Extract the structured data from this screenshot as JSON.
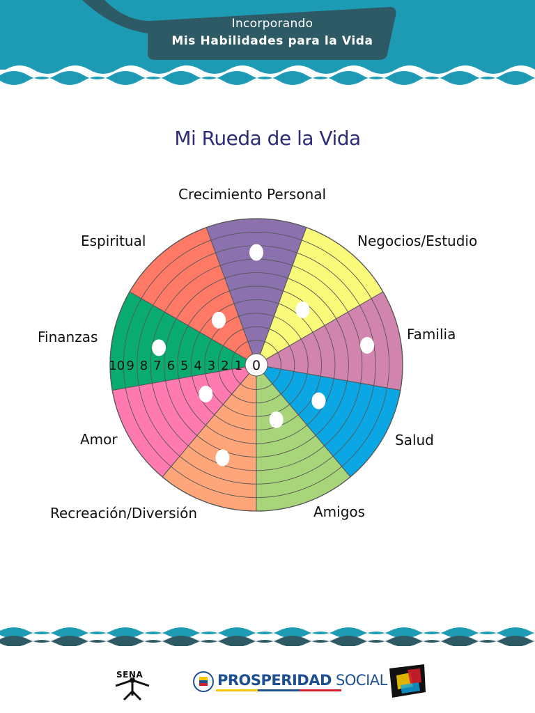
{
  "header": {
    "line1": "Incorporando",
    "line2": "Mis Habilidades para la Vida"
  },
  "title": "Mi Rueda de la Vida",
  "colors": {
    "header_teal": "#1e9bb4",
    "header_dark": "#2d5a64",
    "title": "#2e2b78"
  },
  "wheel": {
    "rings": 10,
    "center_label": "0",
    "scale_labels": [
      "10",
      "9",
      "8",
      "7",
      "6",
      "5",
      "4",
      "3",
      "2",
      "1"
    ],
    "segments": [
      {
        "name": "Crecimiento Personal",
        "color": "#8b72ae",
        "dot_level": 8
      },
      {
        "name": "Negocios/Estudio",
        "color": "#fafa7a",
        "dot_level": 5
      },
      {
        "name": "Familia",
        "color": "#d184ad",
        "dot_level": 8
      },
      {
        "name": "Salud",
        "color": "#0ba7e4",
        "dot_level": 5
      },
      {
        "name": "Amigos",
        "color": "#a8d57a",
        "dot_level": 4
      },
      {
        "name": "Recreación/Diversión",
        "color": "#ffa57a",
        "dot_level": 7
      },
      {
        "name": "Amor",
        "color": "#ff7ab0",
        "dot_level": 4
      },
      {
        "name": "Finanzas",
        "color": "#0aab70",
        "dot_level": 7
      },
      {
        "name": "Espiritual",
        "color": "#ff7a66",
        "dot_level": 4
      }
    ]
  },
  "footer": {
    "sena": "SENA",
    "prosperidad_bold": "PROSPERIDAD",
    "prosperidad_light": " SOCIAL"
  }
}
